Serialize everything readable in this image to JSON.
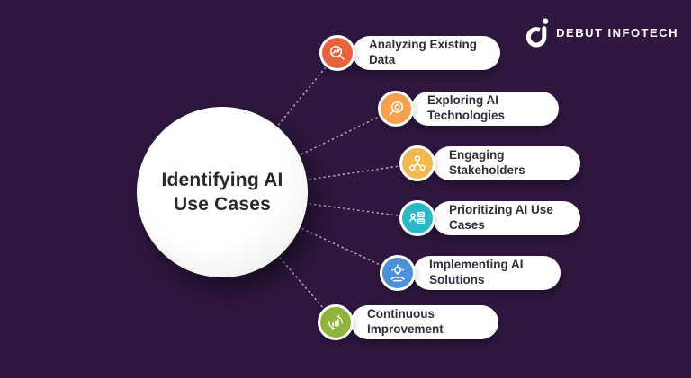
{
  "canvas": {
    "background_color": "#2f173f"
  },
  "logo": {
    "brand": "DEBUT INFOTECH"
  },
  "center": {
    "title": "Identifying AI Use Cases"
  },
  "connectors": {
    "color": "#cdc3dc"
  },
  "items": [
    {
      "label": "Analyzing Existing Data",
      "color": "#e7633d",
      "icon": "magnifier-trend-icon"
    },
    {
      "label": "Exploring AI Technologies",
      "color": "#f5a04e",
      "icon": "magnifier-explore-icon"
    },
    {
      "label": "Engaging Stakeholders",
      "color": "#f0b950",
      "icon": "stakeholder-network-icon"
    },
    {
      "label": "Prioritizing AI Use Cases",
      "color": "#29b8c6",
      "icon": "prioritize-checklist-icon"
    },
    {
      "label": "Implementing AI Solutions",
      "color": "#4b90d8",
      "icon": "hand-lightbulb-icon"
    },
    {
      "label": "Continuous Improvement",
      "color": "#8eb43d",
      "icon": "chart-refresh-icon"
    }
  ]
}
